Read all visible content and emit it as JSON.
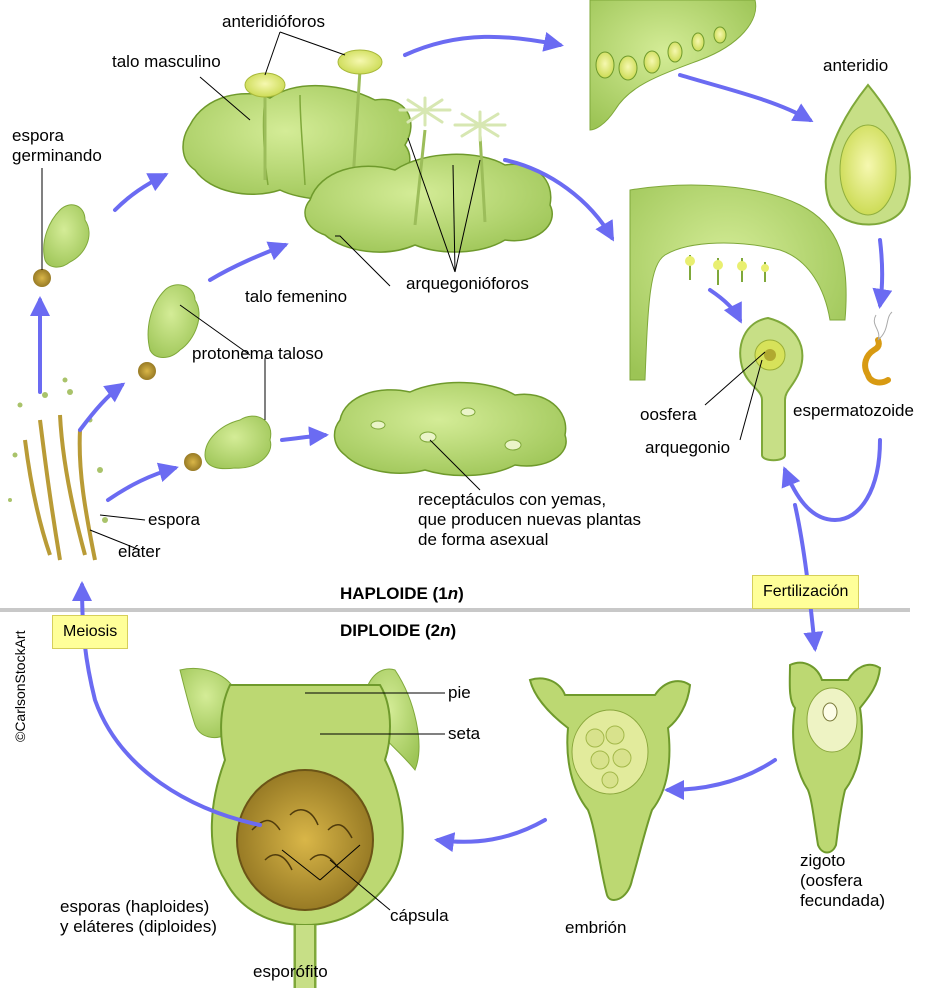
{
  "labels": {
    "antheridiophores": "anteridióforos",
    "male_thallus": "talo masculino",
    "germinating_spore": "espora\ngerminando",
    "antheridium": "anteridio",
    "female_thallus": "talo femenino",
    "archegoniophores": "arquegonióforos",
    "thalloid_protonema": "protonema taloso",
    "egg": "oosfera",
    "archegonium": "arquegonio",
    "sperm": "espermatozoide",
    "spore": "espora",
    "elater": "eláter",
    "gemmae_cups": "receptáculos con yemas,\nque producen nuevas plantas\nde forma asexual",
    "foot": "pie",
    "seta": "seta",
    "spores_elaters": "esporas (haploides)\ny eláteres (diploides)",
    "capsule": "cápsula",
    "sporophyte": "esporófito",
    "embryo": "embrión",
    "zygote": "zigoto\n(oosfera\nfecundada)"
  },
  "phases": {
    "haploid_prefix": "HAPLOIDE (1",
    "haploid_n": "n",
    "haploid_suffix": ")",
    "diploid_prefix": "DIPLOIDE (2",
    "diploid_n": "n",
    "diploid_suffix": ")"
  },
  "tags": {
    "meiosis": "Meiosis",
    "fertilization": "Fertilización"
  },
  "credit": "©CarlsonStockArt",
  "colors": {
    "arrow": "#6b6bf2",
    "plant": "#b5d86a",
    "plant_dark": "#7fa83a",
    "tag_fill": "#ffff99",
    "divider": "#c8c8c8"
  }
}
